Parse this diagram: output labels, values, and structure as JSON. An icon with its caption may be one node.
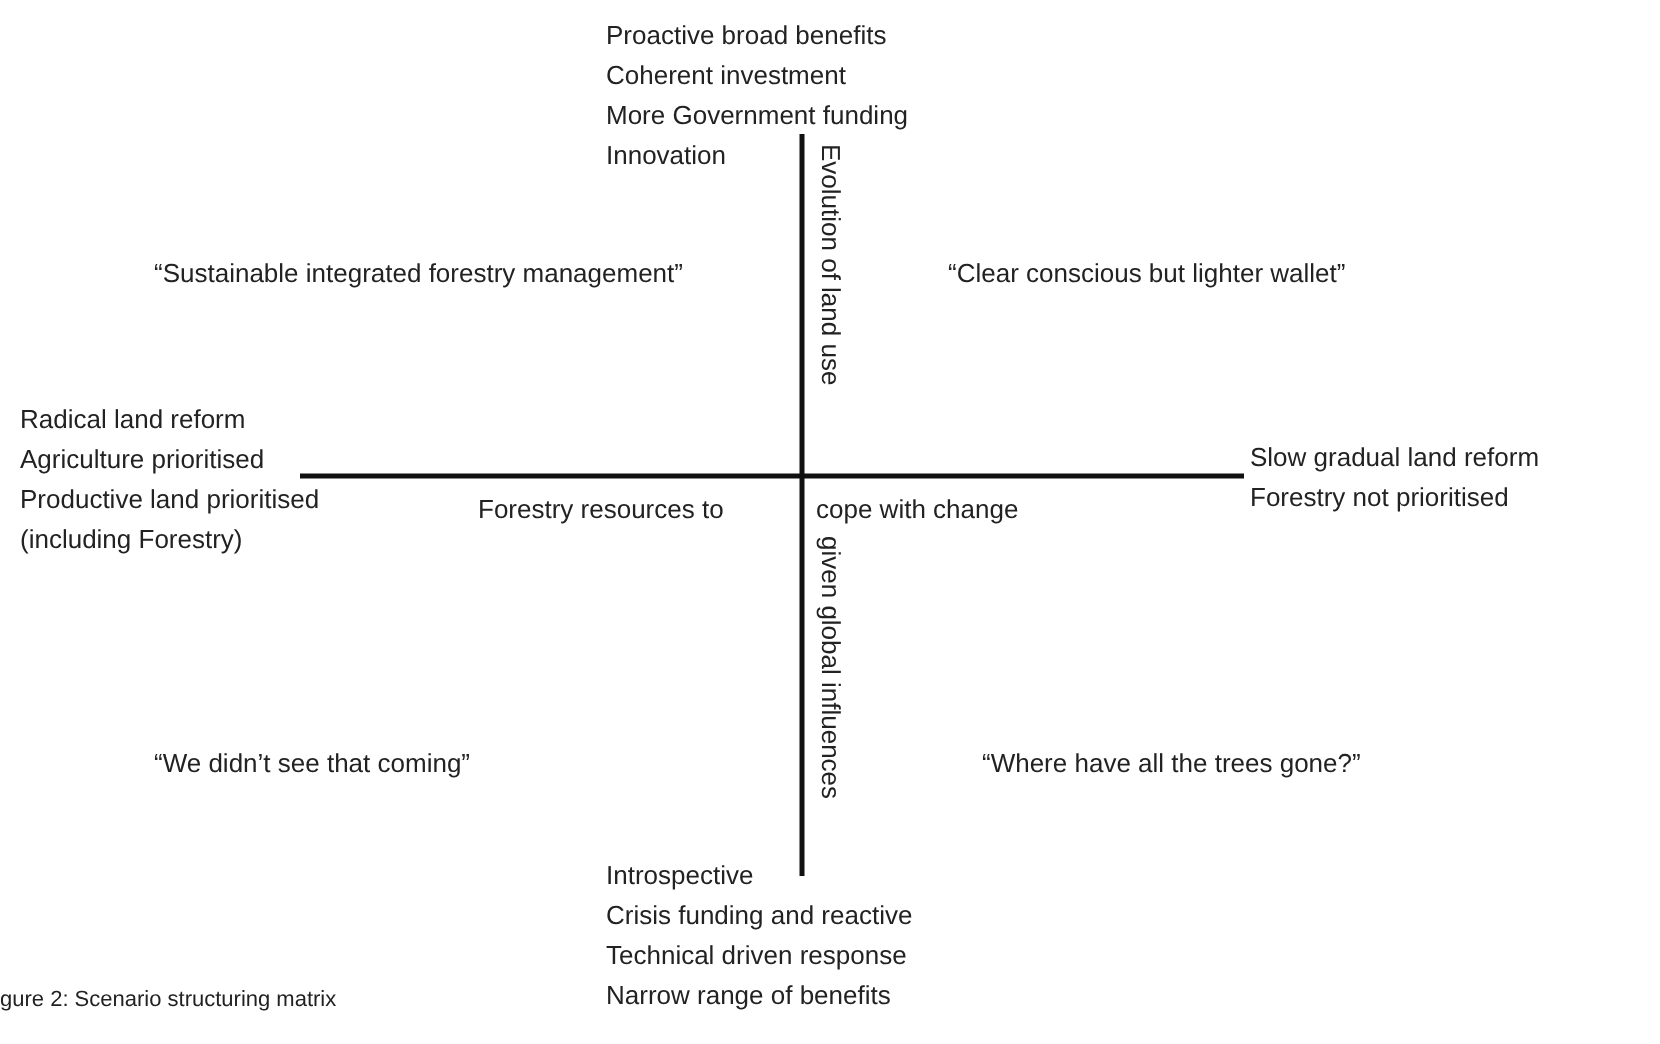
{
  "diagram": {
    "caption": "gure 2: Scenario structuring matrix",
    "labels": [
      "Proactive broad benefits",
      "Coherent investment",
      "More Government funding",
      "Innovation",
      "“Sustainable integrated forestry management”",
      "“Clear conscious but lighter wallet”",
      "Evolution of land use",
      "Radical land reform",
      "Agriculture prioritised",
      "Slow gradual land reform",
      "Productive land prioritised",
      "Forestry resources to",
      "cope with change",
      "Forestry not prioritised",
      "(including Forestry)",
      "given global influences",
      "“We didn’t see that coming”",
      "“Where have all the trees gone?”",
      "Introspective",
      "Crisis funding and reactive",
      "Technical driven response",
      "Narrow range of benefits"
    ]
  }
}
